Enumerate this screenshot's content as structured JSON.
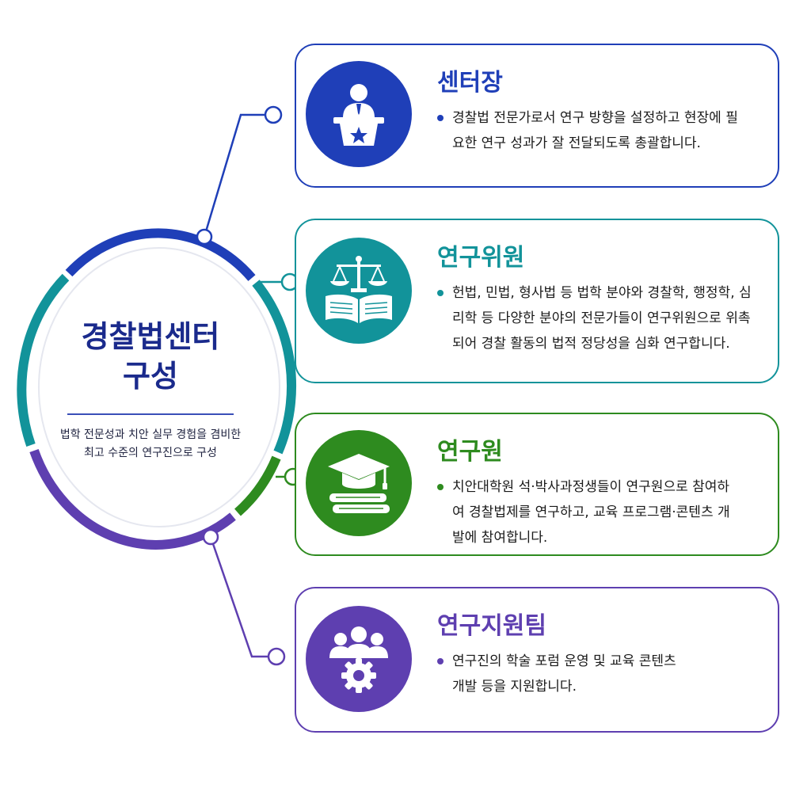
{
  "hub": {
    "title": "경찰법센터 구성",
    "subtitle": "법학 전문성과 치안 실무 경험을 겸비한 최고 수준의 연구진으로 구성"
  },
  "colors": {
    "blue": "#1f3fb8",
    "teal": "#12939a",
    "green": "#2e8b1f",
    "purple": "#5e3fb0",
    "hub_title": "#1a2a8c"
  },
  "roles": [
    {
      "title": "센터장",
      "icon": "podium-speaker-icon",
      "color": "#1f3fb8",
      "description": "경찰법 전문가로서 연구 방향을 설정하고 현장에 필요한 연구 성과가 잘 전달되도록 총괄합니다."
    },
    {
      "title": "연구위원",
      "icon": "scales-book-icon",
      "color": "#12939a",
      "description": "헌법, 민법, 형사법 등 법학 분야와 경찰학, 행정학, 심리학 등 다양한 분야의 전문가들이 연구위원으로 위촉되어 경찰 활동의 법적 정당성을 심화 연구합니다."
    },
    {
      "title": "연구원",
      "icon": "graduation-cap-books-icon",
      "color": "#2e8b1f",
      "description": "치안대학원 석·박사과정생들이 연구원으로 참여하여 경찰법제를 연구하고, 교육 프로그램·콘텐츠 개발에 참여합니다."
    },
    {
      "title": "연구지원팀",
      "icon": "team-gear-icon",
      "color": "#5e3fb0",
      "description": "연구진의 학술 포럼 운영 및 교육 콘텐츠 개발 등을 지원합니다."
    }
  ]
}
